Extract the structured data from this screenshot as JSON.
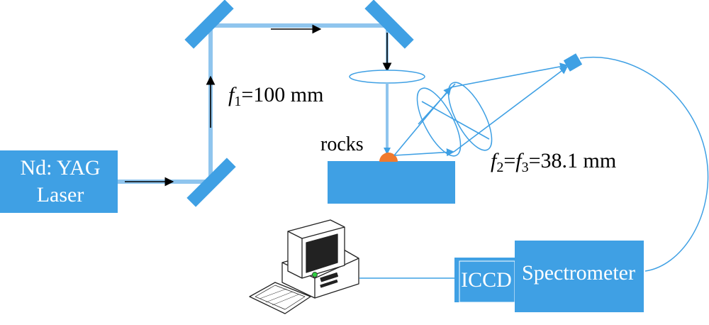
{
  "labels": {
    "laser_line1": "Nd: YAG",
    "laser_line2": "Laser",
    "sample": "rocks",
    "lens1_f": "f",
    "lens1_sub": "1",
    "lens1_val": "=100 mm",
    "lens23_f2": "f",
    "lens23_sub2": "2",
    "lens23_eq": "=",
    "lens23_f3": "f",
    "lens23_sub3": "3",
    "lens23_val": "=38.1 mm",
    "detector": "ICCD",
    "spectrometer": "Spectrometer"
  },
  "colors": {
    "component_fill": "#3fa0e4",
    "beam": "#8fc5ee",
    "ray": "#3fa0e4",
    "sample": "#f07a2e",
    "arrow": "#000000"
  },
  "icons": {
    "computer": "computer-icon"
  }
}
